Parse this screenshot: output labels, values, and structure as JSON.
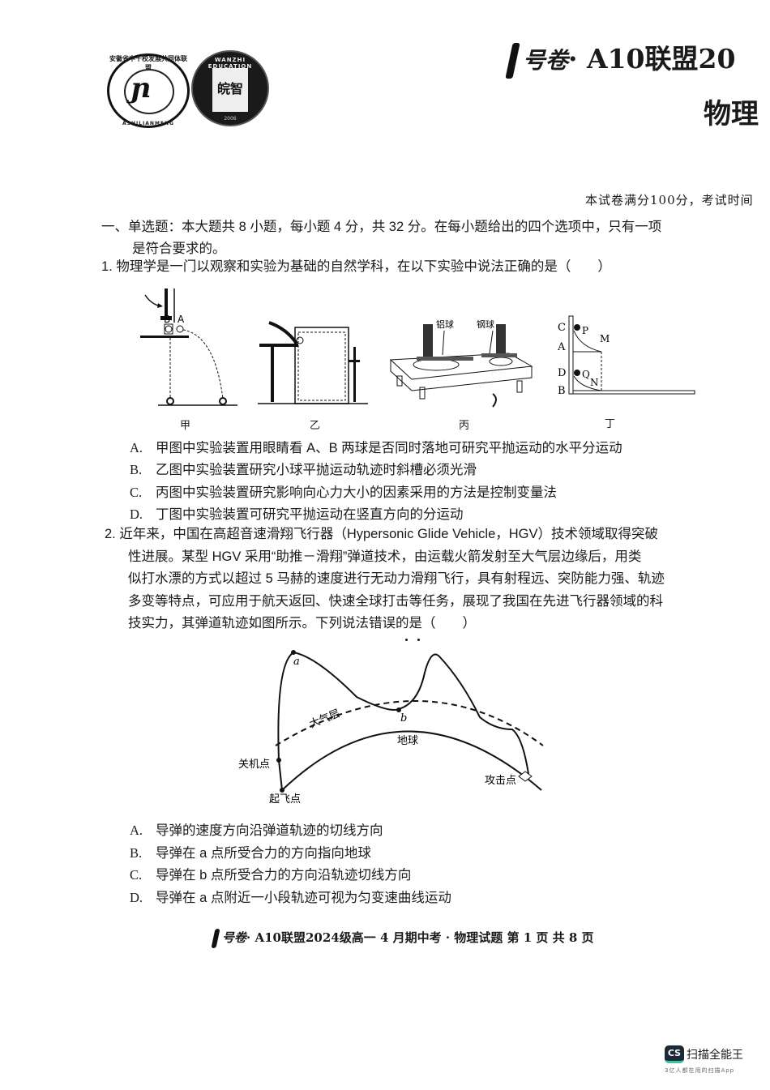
{
  "header": {
    "logo_left": {
      "text_ring_top": "安徽省中十校发展共同体联盟",
      "text_ring_bottom": "ASHILIANMENG",
      "mark": "ɴ"
    },
    "logo_right": {
      "text_ring": "WANZHI EDUCATION",
      "center": "皖智",
      "year": "2006"
    },
    "brand": "号卷",
    "title_line1": "· A10联盟20",
    "title_line2": "物理",
    "meta": "本试卷满分100分，考试时间"
  },
  "section": {
    "heading_line1": "一、单选题：本大题共 8 小题，每小题 4 分，共 32 分。在每小题给出的四个选项中，只有一项",
    "heading_line2": "是符合要求的。"
  },
  "q1": {
    "stem": "1.  物理学是一门以观察和实验为基础的自然学科，在以下实验中说法正确的是（　　）",
    "figures": {
      "jia": {
        "caption": "甲",
        "labels": [
          "B",
          "A"
        ]
      },
      "yi": {
        "caption": "乙"
      },
      "bing": {
        "caption": "丙",
        "labels": [
          "铝球",
          "钢球"
        ]
      },
      "ding": {
        "caption": "丁",
        "labels": [
          "C",
          "P",
          "M",
          "A",
          "D",
          "Q",
          "N",
          "B"
        ]
      }
    },
    "options": [
      {
        "letter": "A.",
        "text": "甲图中实验装置用眼睛看 A、B 两球是否同时落地可研究平抛运动的水平分运动"
      },
      {
        "letter": "B.",
        "text": "乙图中实验装置研究小球平抛运动轨迹时斜槽必须光滑"
      },
      {
        "letter": "C.",
        "text": "丙图中实验装置研究影响向心力大小的因素采用的方法是控制变量法"
      },
      {
        "letter": "D.",
        "text": "丁图中实验装置可研究平抛运动在竖直方向的分运动"
      }
    ]
  },
  "q2": {
    "lines": [
      "2.  近年来，中国在高超音速滑翔飞行器（Hypersonic Glide Vehicle，HGV）技术领域取得突破",
      "性进展。某型 HGV 采用“助推－滑翔”弹道技术，由运载火箭发射至大气层边缘后，用类",
      "似打水漂的方式以超过 5 马赫的速度进行无动力滑翔飞行，具有射程远、突防能力强、轨迹",
      "多变等特点，可应用于航天返回、快速全球打击等任务，展现了我国在先进飞行器领域的科",
      "技实力，其弹道轨迹如图所示。下列说法错误的是（　　）"
    ],
    "figure": {
      "point_a": "a",
      "point_b": "b",
      "atmosphere": "大气层",
      "earth": "地球",
      "shutdown": "关机点",
      "takeoff": "起飞点",
      "attack": "攻击点"
    },
    "options": [
      {
        "letter": "A.",
        "text": "导弹的速度方向沿弹道轨迹的切线方向"
      },
      {
        "letter": "B.",
        "text": "导弹在 a 点所受合力的方向指向地球"
      },
      {
        "letter": "C.",
        "text": "导弹在 b 点所受合力的方向沿轨迹切线方向"
      },
      {
        "letter": "D.",
        "text": "导弹在 a 点附近一小段轨迹可视为匀变速曲线运动"
      }
    ]
  },
  "footer": {
    "brand": "号卷",
    "text": "· A10联盟2024级高一 4 月期中考 · 物理试题  第 1 页  共 8 页"
  },
  "watermark": {
    "badge": "CS",
    "name": "扫描全能王",
    "tagline": "3亿人都在用的扫描App"
  }
}
